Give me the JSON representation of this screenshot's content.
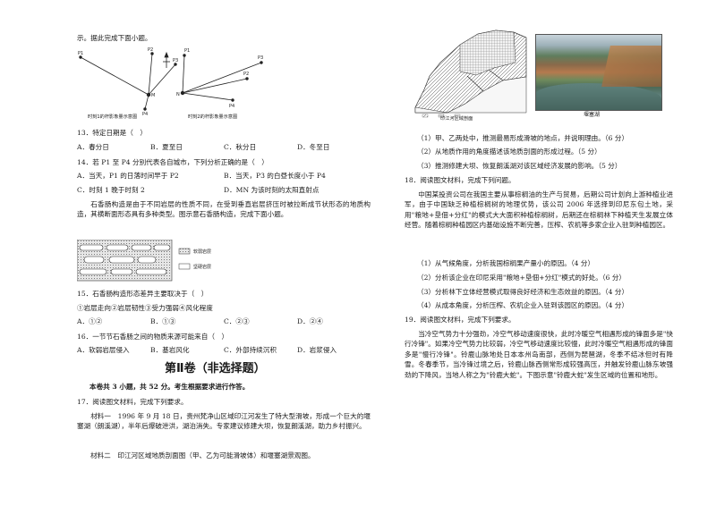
{
  "left": {
    "intro_tail": "示。据此完成下面小题。",
    "fig1": {
      "caption_a": "时刻1的杆影象量示意图",
      "caption_b": "时刻2的杆影象量示意图",
      "labels_a": [
        "P1",
        "P2",
        "P3",
        "M",
        "P4"
      ],
      "labels_b": [
        "P1",
        "N",
        "P3",
        "P2",
        "P4"
      ]
    },
    "q13": {
      "stem": "13．特定日期是（　）",
      "options": [
        "A．春分日",
        "B．夏至日",
        "C．秋分日",
        "D．冬至日"
      ]
    },
    "q14": {
      "stem": "14．若 P1 至 P4 分别代表各自城市，下列分析正确的是（　）",
      "options": [
        "A．当天，P1 的日落时间早于 P2",
        "B．当天，P3 的白昼长度小于 P4",
        "C．时刻 1 晚于时刻 2",
        "D．MN 为该时刻的太阳直射点"
      ]
    },
    "para_rock": "石香肠构造是由于不同岩层的性质不同，在受到垂直岩层挤压时被拉断成节状形态的地质构造，其横断面形态具有多种类型。图示意石香肠构造，完成下面小题。",
    "legend": {
      "soft": "软弱岩层",
      "hard": "坚硬岩层"
    },
    "q15": {
      "stem": "15．石香肠构造形态差异主要取决于（　）",
      "choices": "①岩层走向②岩层韧性③受力强弱④风化程度",
      "options": [
        "A．①②",
        "B．①③",
        "C．②③",
        "D．②④"
      ]
    },
    "q16": {
      "stem": "16．一节节石香肠之间的物质来源可能来自（　）",
      "options": [
        "A．软弱岩层侵入",
        "B．基岩风化",
        "C．外部持续沉积",
        "D．岩浆侵入"
      ]
    },
    "section_title": "第Ⅱ卷（非选择题）",
    "section_note": "本卷共 3 小题，共 52 分。考生根据要求进行作答。",
    "q17": {
      "stem": "17．阅读图文材料，完成下列要求。",
      "m1": "材料一　1996 年 9 月 18 日，贵州梵净山区域印江河发生了特大型滑坡，形成一个巨大的堰塞湖（朗溪湖），半年后爆破泄洪，湖泊消失。专家建议修建大坝，恢复朗溪湖，助力乡村振兴。",
      "m2": "材料二　印江河区域地质剖面图（甲、乙为可能滑坡体）和堰塞湖景观图。"
    }
  },
  "right": {
    "fig_map_caption": "印江河区域剖面",
    "fig_photo_caption": "堰塞湖",
    "q17_items": [
      "（1）甲、乙两处中，推测最易形成滑坡的地点，并说明理由。（6 分）",
      "（2）从地质作用的角度描述该地质剖面的形成过程。（5 分）",
      "（3）推测修建大坝、恢复朗溪湖对该区域经济发展的影响。（5 分）"
    ],
    "q18": {
      "stem": "18．阅读图文材料，完成下列问题。",
      "para": "中国某投资公司在我国主要从事棕榈油的生产与贸易，后期公司计划向上游种植业进军，由于中国缺乏种植棕榈树的地理优势，该公司 2006 年选择到印尼东包土地，采用\"粮地+垦佃+分红\"的模式大大面积种植棕榈树，后期还在棕榈林下种植天生发展立体经营。随着棕榈种植园区内基础设施不断完善，压榨、农机等多家企业入驻到种植园区。",
      "items": [
        "（1）从气候角度，分析我国棕榈果产量小的原因。（4 分）",
        "（2）分析该企业在印尼采用\"粮地+垦佃+分红\"模式的好处。（6 分）",
        "（3）分析林下立体经营模式取得良好经济和生态效益的原因。（4 分）",
        "（4）从成本角度，分析压榨、农机企业入驻到该园区的原因。（4 分）"
      ]
    },
    "q19": {
      "stem": "19．阅读图文材料，完成下列要求。",
      "para": "当冷空气势力十分强劲，冷空气移动速度很快，此时冷暖空气相遇形成的锋面多是\"快行冷锋\"。如果冷空气势力比较弱，冷空气移动速度比较慢，此时冷暖空气相遇形成的锋面多是\"慢行冷锋\"。铃鹿山脉地处日本本州岛南部，西侧为琵琶湖，冬季不结冰但时有降雪。冬春季节，当冷锋过境之后，铃鹿山脉西侧常形成较强高压，并触发铃鹿山脉东坡强劲的下降风，当地人称之为\"铃鹿大蛇\"。下图示意\"铃鹿大蛇\"发生区域的位置和地形。"
    }
  }
}
